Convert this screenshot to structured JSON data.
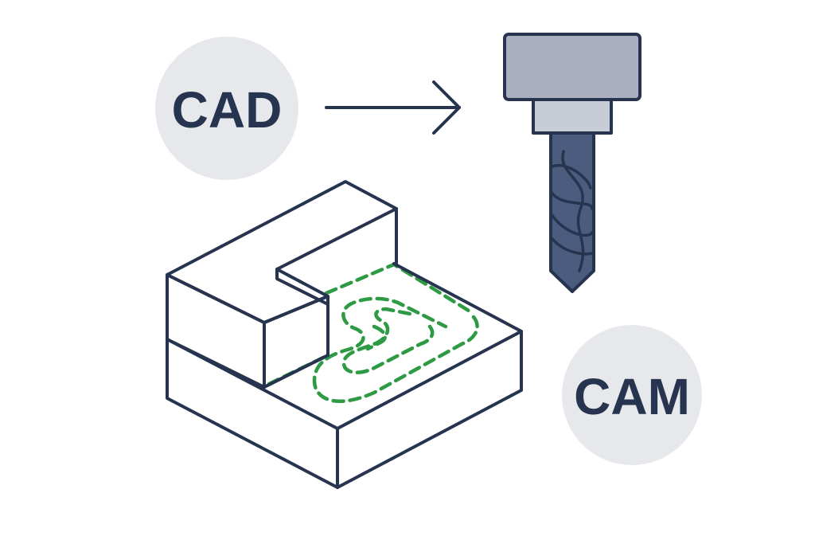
{
  "diagram": {
    "cad_label": "CAD",
    "cam_label": "CAM"
  },
  "colors": {
    "background": "#ffffff",
    "badge_fill": "#e6e8ec",
    "outline": "#27344f",
    "text": "#27344f",
    "spindle_fill": "#aab0bf",
    "tool_fill": "#4b5d7e",
    "toolpath": "#2e9a44"
  },
  "icons": {
    "arrow": "right-arrow-icon",
    "tool": "end-mill-spindle-icon",
    "part": "machined-block-icon",
    "toolpath": "dashed-toolpath"
  }
}
